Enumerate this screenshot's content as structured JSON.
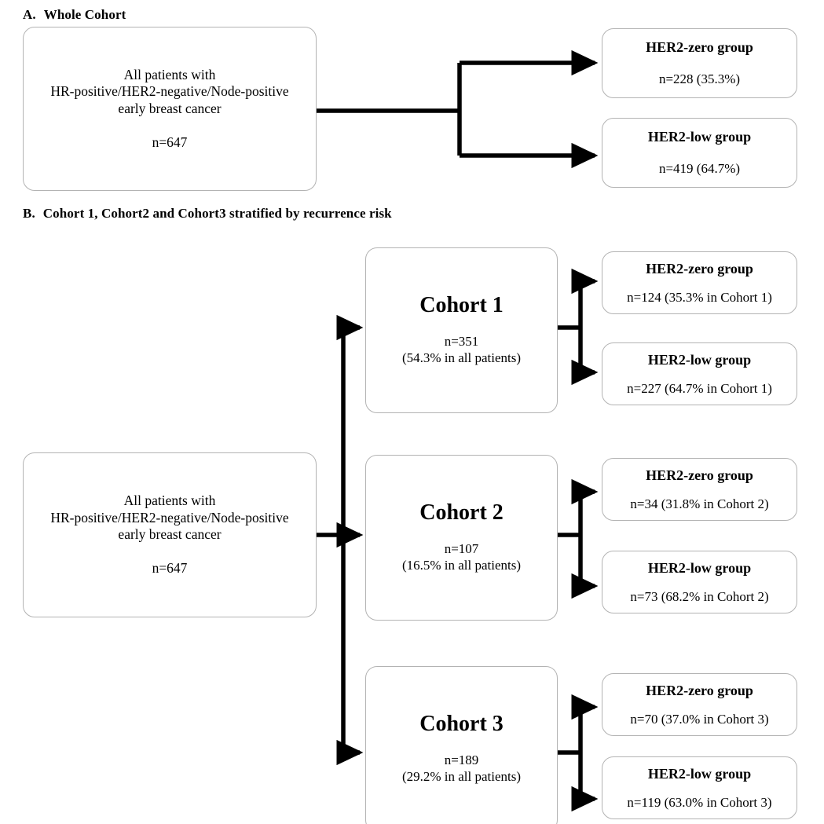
{
  "panels": [
    {
      "id": "panel-a",
      "letter": "A.",
      "title": "Whole Cohort",
      "root": {
        "lines": [
          "All patients with",
          "HR-positive/HER2-negative/Node-positive",
          "early breast cancer"
        ],
        "count": "n=647"
      },
      "groups": [
        {
          "title": "HER2-zero group",
          "value": "n=228 (35.3%)"
        },
        {
          "title": "HER2-low group",
          "value": "n=419 (64.7%)"
        }
      ]
    },
    {
      "id": "panel-b",
      "letter": "B.",
      "title": "Cohort 1, Cohort2 and Cohort3 stratified by recurrence risk",
      "root": {
        "lines": [
          "All patients with",
          "HR-positive/HER2-negative/Node-positive",
          "early breast cancer"
        ],
        "count": "n=647"
      },
      "cohorts": [
        {
          "name": "Cohort 1",
          "count": "n=351",
          "share": "(54.3% in all patients)",
          "groups": [
            {
              "title": "HER2-zero group",
              "value": "n=124 (35.3% in Cohort 1)"
            },
            {
              "title": "HER2-low group",
              "value": "n=227 (64.7% in Cohort 1)"
            }
          ]
        },
        {
          "name": "Cohort 2",
          "count": "n=107",
          "share": "(16.5% in all patients)",
          "groups": [
            {
              "title": "HER2-zero group",
              "value": "n=34 (31.8% in Cohort 2)"
            },
            {
              "title": "HER2-low group",
              "value": "n=73 (68.2% in Cohort 2)"
            }
          ]
        },
        {
          "name": "Cohort 3",
          "count": "n=189",
          "share": "(29.2% in all patients)",
          "groups": [
            {
              "title": "HER2-zero group",
              "value": "n=70 (37.0% in Cohort 3)"
            },
            {
              "title": "HER2-low group",
              "value": "n=119 (63.0% in Cohort 3)"
            }
          ]
        }
      ]
    }
  ],
  "style": {
    "box_border_color": "#b3b3b3",
    "connector_color": "#000000",
    "background": "#ffffff"
  }
}
